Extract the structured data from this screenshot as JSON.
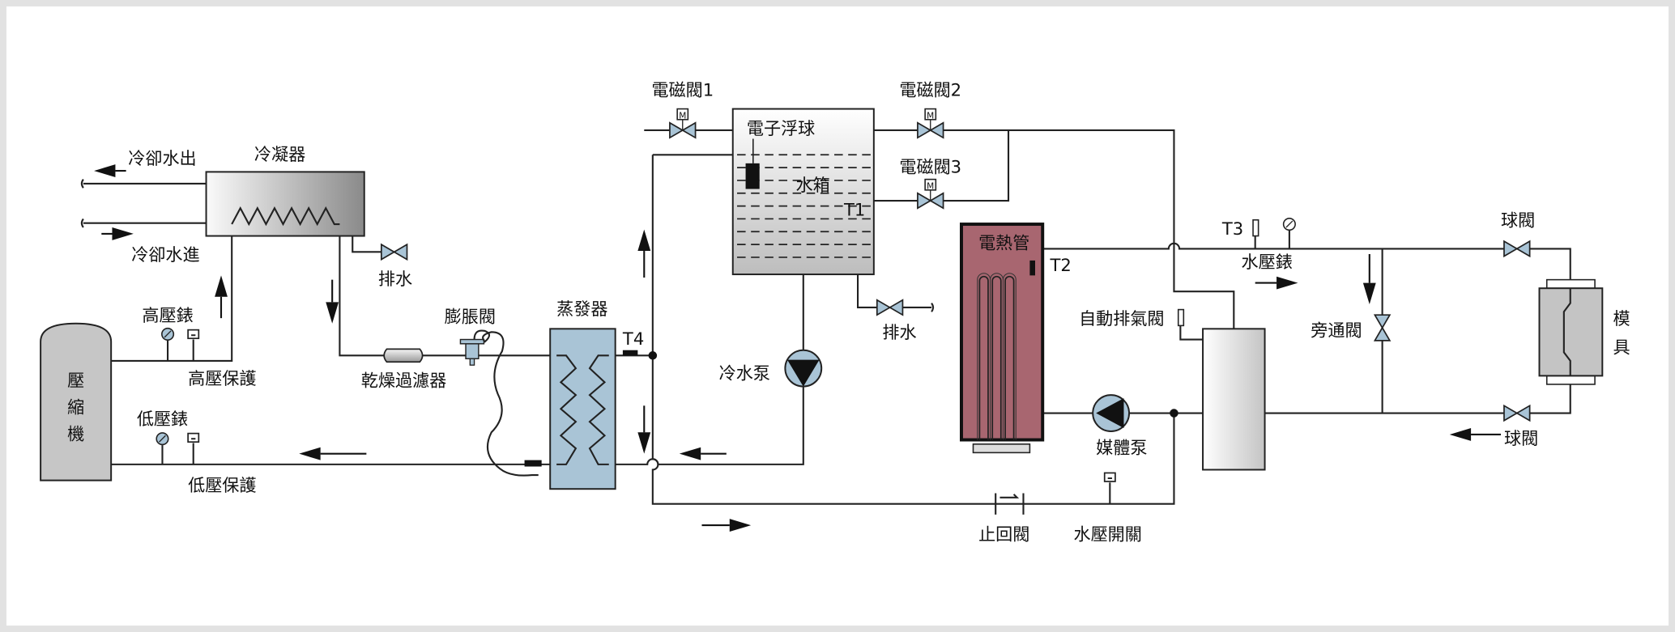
{
  "labels": {
    "condenser": "冷凝器",
    "cooling_water_out": "冷卻水出",
    "cooling_water_in": "冷卻水進",
    "drain_1": "排水",
    "drain_2": "排水",
    "high_pressure_gauge": "高壓錶",
    "high_pressure_protection": "高壓保護",
    "low_pressure_gauge": "低壓錶",
    "low_pressure_protection": "低壓保護",
    "compressor": [
      "壓",
      "縮",
      "機"
    ],
    "drier_filter": "乾燥過濾器",
    "expansion_valve": "膨脹閥",
    "evaporator": "蒸發器",
    "t4": "T4",
    "solenoid_1": "電磁閥1",
    "solenoid_2": "電磁閥2",
    "solenoid_3": "電磁閥3",
    "float": "電子浮球",
    "water_tank": "水箱",
    "t1": "T1",
    "chilled_pump": "冷水泵",
    "heater": "電熱管",
    "t2": "T2",
    "t3": "T3",
    "water_pressure_gauge": "水壓錶",
    "auto_vent": "自動排氣閥",
    "bypass_valve": "旁通閥",
    "ball_valve_top": "球閥",
    "ball_valve_bottom": "球閥",
    "mold": [
      "模",
      "具"
    ],
    "media_pump": "媒體泵",
    "check_valve": "止回閥",
    "water_pressure_switch": "水壓開關",
    "valve_m": "M"
  },
  "colors": {
    "evaporator": "#a9c4d6",
    "valve": "#a9c4d6",
    "heater": "#a86670",
    "compressor": "#c6c6c6",
    "mold": "#c4c4c4",
    "frame": "#e2e2e2"
  }
}
